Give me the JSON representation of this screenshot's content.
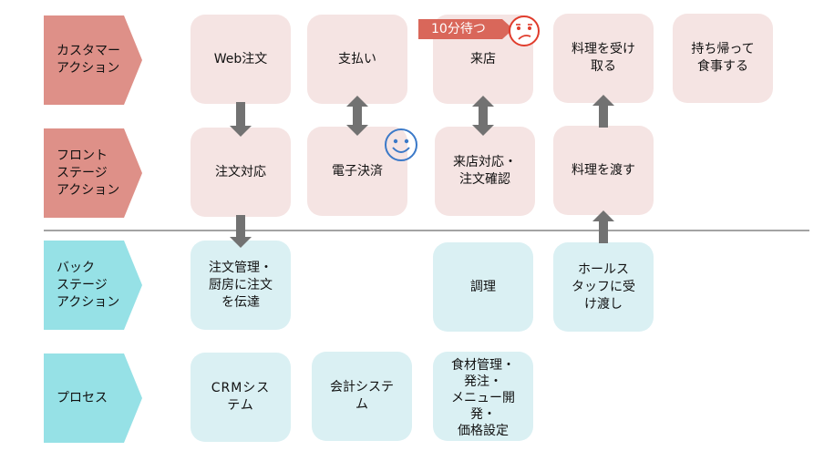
{
  "colors": {
    "customer_lane": "#de9088",
    "system_lane": "#96e1e6",
    "front_card": "#f5e4e3",
    "back_card": "#daf0f3",
    "arrow": "#727272",
    "divider": "#a3a3a3",
    "badge": "#d9675a",
    "sad_face": "#e03c2c",
    "happy_face": "#3b79c8"
  },
  "lanes": [
    {
      "label": "カスタマー\nアクション"
    },
    {
      "label": "フロント\nステージ\nアクション"
    },
    {
      "label": "バック\nステージ\nアクション"
    },
    {
      "label": "プロセス"
    }
  ],
  "customer_actions": [
    "Web注文",
    "支払い",
    "来店",
    "料理を受け\n取る",
    "持ち帰って\n食事する"
  ],
  "front_stage": [
    "注文対応",
    "電子決済",
    "来店対応・\n注文確認",
    "料理を渡す"
  ],
  "back_stage": [
    "注文管理・\n厨房に注文\nを伝達",
    "調理",
    "ホールス\nタッフに受\nけ渡し"
  ],
  "processes": [
    "CRMシス\nテム",
    "会計システ\nム",
    "食材管理・\n発注・\nメニュー開\n発・\n価格設定"
  ],
  "annotations": {
    "wait_badge": "10分待つ",
    "sad_face": "sad-face",
    "happy_face": "happy-face"
  }
}
